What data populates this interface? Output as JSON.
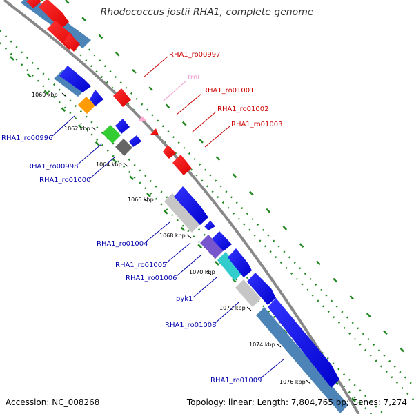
{
  "title": "Rhodococcus jostii RHA1, complete genome",
  "accession_text": "Accession: NC_008268",
  "summary_text": "Topology: linear; Length: 7,804,765 bp; Genes: 7,274",
  "colors": {
    "forward_label": "#cc0000",
    "reverse_label": "#0000aa",
    "trna_label": "#ee99cc",
    "backbone": "#888888",
    "dots": "#228822"
  },
  "ticks": [
    "1060 kbp",
    "1062 kbp",
    "1064 kbp",
    "1066 kbp",
    "1068 kbp",
    "1070 kbp",
    "1072 kbp",
    "1074 kbp",
    "1076 kbp"
  ],
  "labels": {
    "ro00997": "RHA1_ro00997",
    "trnL": "trnL",
    "ro01001": "RHA1_ro01001",
    "ro01002": "RHA1_ro01002",
    "ro01003": "RHA1_ro01003",
    "ro00996": "RHA1_ro00996",
    "ro00998": "RHA1_ro00998",
    "ro01000": "RHA1_ro01000",
    "ro01004": "RHA1_ro01004",
    "ro01005": "RHA1_ro01005",
    "ro01006": "RHA1_ro01006",
    "pyk1": "pyk1",
    "ro01008": "RHA1_ro01008",
    "ro01009": "RHA1_ro01009"
  }
}
